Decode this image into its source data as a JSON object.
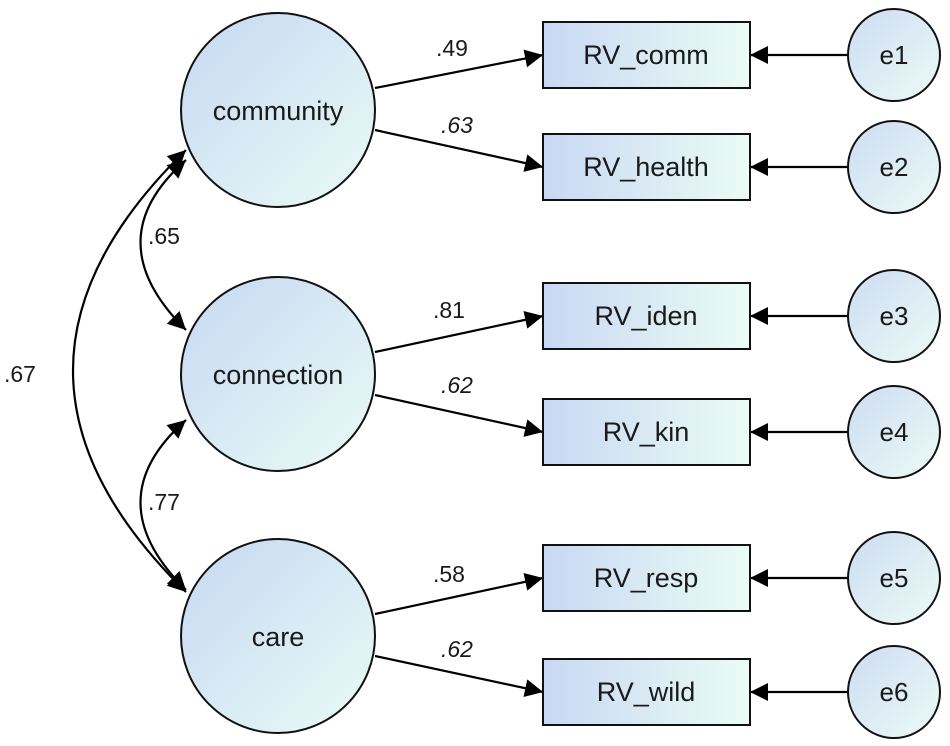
{
  "latents": [
    {
      "id": "community",
      "label": "community"
    },
    {
      "id": "connection",
      "label": "connection"
    },
    {
      "id": "care",
      "label": "care"
    }
  ],
  "observed": [
    {
      "id": "RV_comm",
      "label": "RV_comm",
      "latent": "community",
      "loading": ".49",
      "loading_italic": false,
      "error": "e1"
    },
    {
      "id": "RV_health",
      "label": "RV_health",
      "latent": "community",
      "loading": ".63",
      "loading_italic": true,
      "error": "e2"
    },
    {
      "id": "RV_iden",
      "label": "RV_iden",
      "latent": "connection",
      "loading": ".81",
      "loading_italic": false,
      "error": "e3"
    },
    {
      "id": "RV_kin",
      "label": "RV_kin",
      "latent": "connection",
      "loading": ".62",
      "loading_italic": true,
      "error": "e4"
    },
    {
      "id": "RV_resp",
      "label": "RV_resp",
      "latent": "care",
      "loading": ".58",
      "loading_italic": false,
      "error": "e5"
    },
    {
      "id": "RV_wild",
      "label": "RV_wild",
      "latent": "care",
      "loading": ".62",
      "loading_italic": true,
      "error": "e6"
    }
  ],
  "errors": [
    {
      "id": "e1",
      "label": "e1"
    },
    {
      "id": "e2",
      "label": "e2"
    },
    {
      "id": "e3",
      "label": "e3"
    },
    {
      "id": "e4",
      "label": "e4"
    },
    {
      "id": "e5",
      "label": "e5"
    },
    {
      "id": "e6",
      "label": "e6"
    }
  ],
  "covariances": [
    {
      "from": "community",
      "to": "connection",
      "value": ".65"
    },
    {
      "from": "connection",
      "to": "care",
      "value": ".77"
    },
    {
      "from": "community",
      "to": "care",
      "value": ".67"
    }
  ],
  "colors": {
    "latent_fill_start": "#c6d8f2",
    "latent_fill_end": "#e9fbf5",
    "box_fill_start": "#c8d8f4",
    "box_fill_end": "#eafcf4",
    "stroke": "#111111"
  }
}
